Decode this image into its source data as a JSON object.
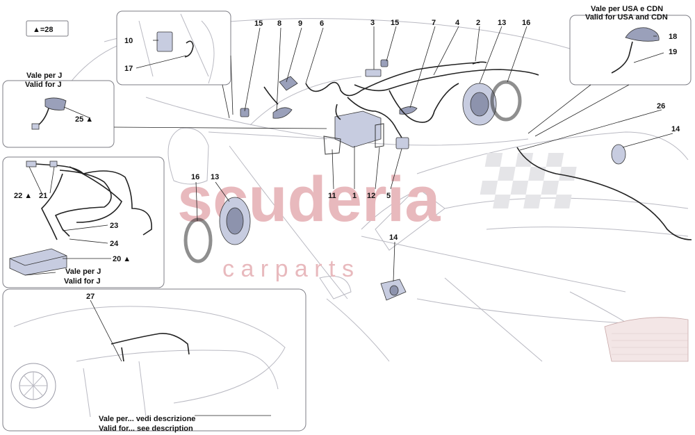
{
  "legend_box": {
    "text": "▲=28"
  },
  "notes": {
    "usa_cdn_it": "Vale per USA e CDN",
    "usa_cdn_en": "Valid for USA and CDN",
    "j1_it": "Vale per J",
    "j1_en": "Valid for J",
    "j2_it": "Vale per J",
    "j2_en": "Valid for J",
    "desc_it": "Vale per... vedi descrizione",
    "desc_en": "Valid for... see description"
  },
  "watermark": {
    "brand": "scuderia",
    "sub": "c a r   p a r t s"
  },
  "callouts": {
    "c1": "1",
    "c2": "2",
    "c3": "3",
    "c4": "4",
    "c5": "5",
    "c6": "6",
    "c7": "7",
    "c8": "8",
    "c9": "9",
    "c10": "10",
    "c11": "11",
    "c12": "12",
    "c13a": "13",
    "c13b": "13",
    "c14a": "14",
    "c14b": "14",
    "c15a": "15",
    "c15b": "15",
    "c16a": "16",
    "c16b": "16",
    "c17": "17",
    "c18": "18",
    "c19": "19",
    "c20": "20 ▲",
    "c21": "21",
    "c22": "22 ▲",
    "c23": "23",
    "c24": "24",
    "c25": "25 ▲",
    "c26": "26",
    "c27": "27"
  }
}
